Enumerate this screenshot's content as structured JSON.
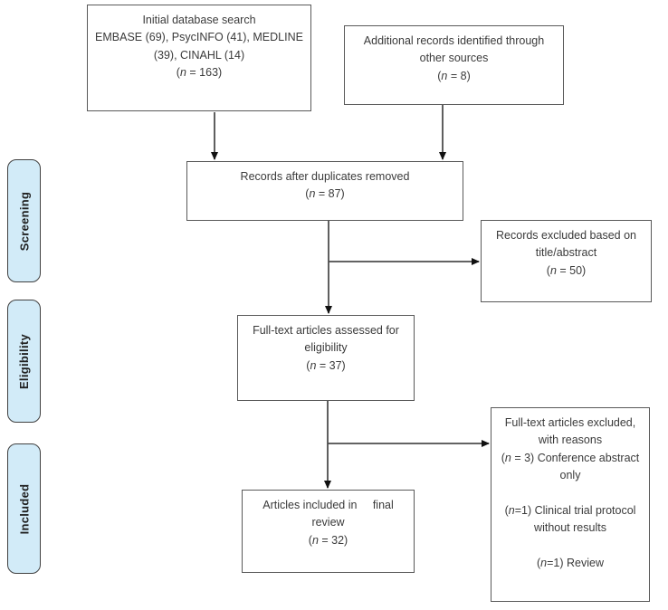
{
  "diagram": {
    "type": "prisma-flow",
    "colors": {
      "stage_fill": "#d2ebf8",
      "box_border": "#595959",
      "stage_border": "#404040",
      "line": "#4d4d4d",
      "arrowhead": "#111111",
      "text": "#3a3a3a"
    },
    "stage_labels": [
      {
        "label": "Screening"
      },
      {
        "label": "Eligibility"
      },
      {
        "label": "Included"
      }
    ],
    "boxes": {
      "initial_search": {
        "lines": [
          "Initial database search",
          "EMBASE (69), PsycINFO (41), MEDLINE",
          "(39), CINAHL (14)",
          "(n = 163)"
        ]
      },
      "additional_records": {
        "lines": [
          "Additional records identified through",
          "other sources",
          "(n = 8)"
        ]
      },
      "duplicates_removed": {
        "lines": [
          "Records after duplicates removed",
          "(n = 87)"
        ]
      },
      "records_excluded": {
        "lines": [
          "Records excluded based on",
          "title/abstract",
          "(n = 50)"
        ]
      },
      "fulltext_assessed": {
        "lines": [
          "Full-text articles assessed for",
          "eligibility",
          "(n = 37)"
        ]
      },
      "fulltext_excluded": {
        "lines": [
          "Full-text articles excluded,",
          "with reasons",
          "(n = 3) Conference abstract",
          "only",
          "",
          "(n=1) Clinical trial protocol",
          "without results",
          "",
          "(n=1) Review"
        ]
      },
      "included_review": {
        "lines": [
          "Articles included in     final",
          "review",
          "(n = 32)"
        ]
      }
    }
  }
}
